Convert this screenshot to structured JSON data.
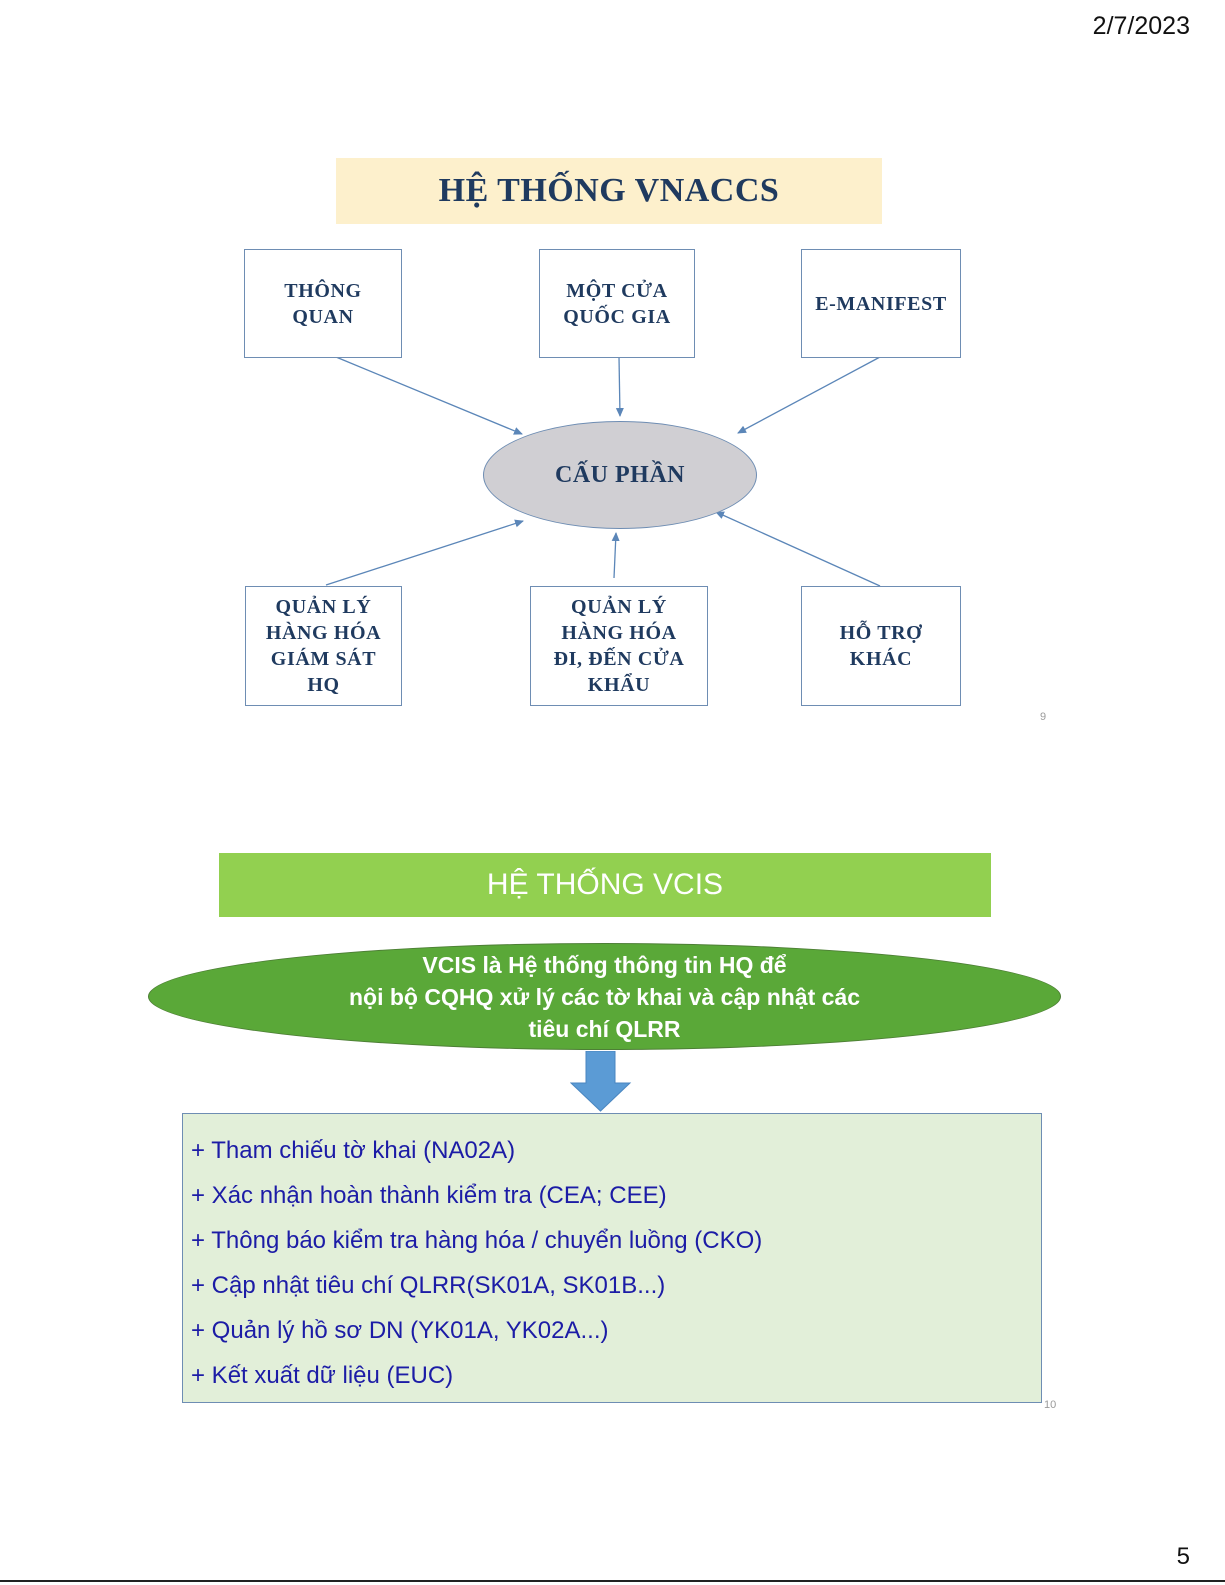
{
  "header": {
    "date": "2/7/2023"
  },
  "footer": {
    "page_number": "5"
  },
  "slide1": {
    "title": "HỆ THỐNG VNACCS",
    "center": "CẤU PHẦN",
    "top_boxes": [
      "THÔNG\nQUAN",
      "MỘT CỬA\nQUỐC GIA",
      "E-MANIFEST"
    ],
    "bottom_boxes": [
      "QUẢN LÝ\nHÀNG HÓA\nGIÁM SÁT\nHQ",
      "QUẢN LÝ\nHÀNG HÓA\nĐI, ĐẾN CỬA\nKHẨU",
      "HỖ TRỢ\nKHÁC"
    ],
    "slide_number": "9"
  },
  "slide2": {
    "title": "HỆ THỐNG VCIS",
    "ellipse_text": "VCIS là Hệ thống thông tin HQ để\nnội bộ CQHQ xử lý các tờ khai và cập nhật các\ntiêu chí QLRR",
    "items": [
      "+ Tham chiếu tờ khai (NA02A)",
      "+ Xác nhận hoàn thành kiểm tra (CEA; CEE)",
      "+ Thông báo kiểm tra hàng hóa / chuyển luồng (CKO)",
      "+ Cập nhật tiêu chí QLRR(SK01A, SK01B...)",
      "+ Quản lý hồ sơ DN (YK01A, YK02A...)",
      "+ Kết xuất dữ liệu (EUC)"
    ],
    "slide_number": "10"
  },
  "colors": {
    "navy_text": "#1f3a5f",
    "title1_bg": "#fdf0cc",
    "title2_bg": "#92d050",
    "green_ellipse": "#5aa838",
    "list_bg": "#e2efd9",
    "list_text": "#1c1ca6",
    "arrow_blue": "#5b9bd5"
  }
}
